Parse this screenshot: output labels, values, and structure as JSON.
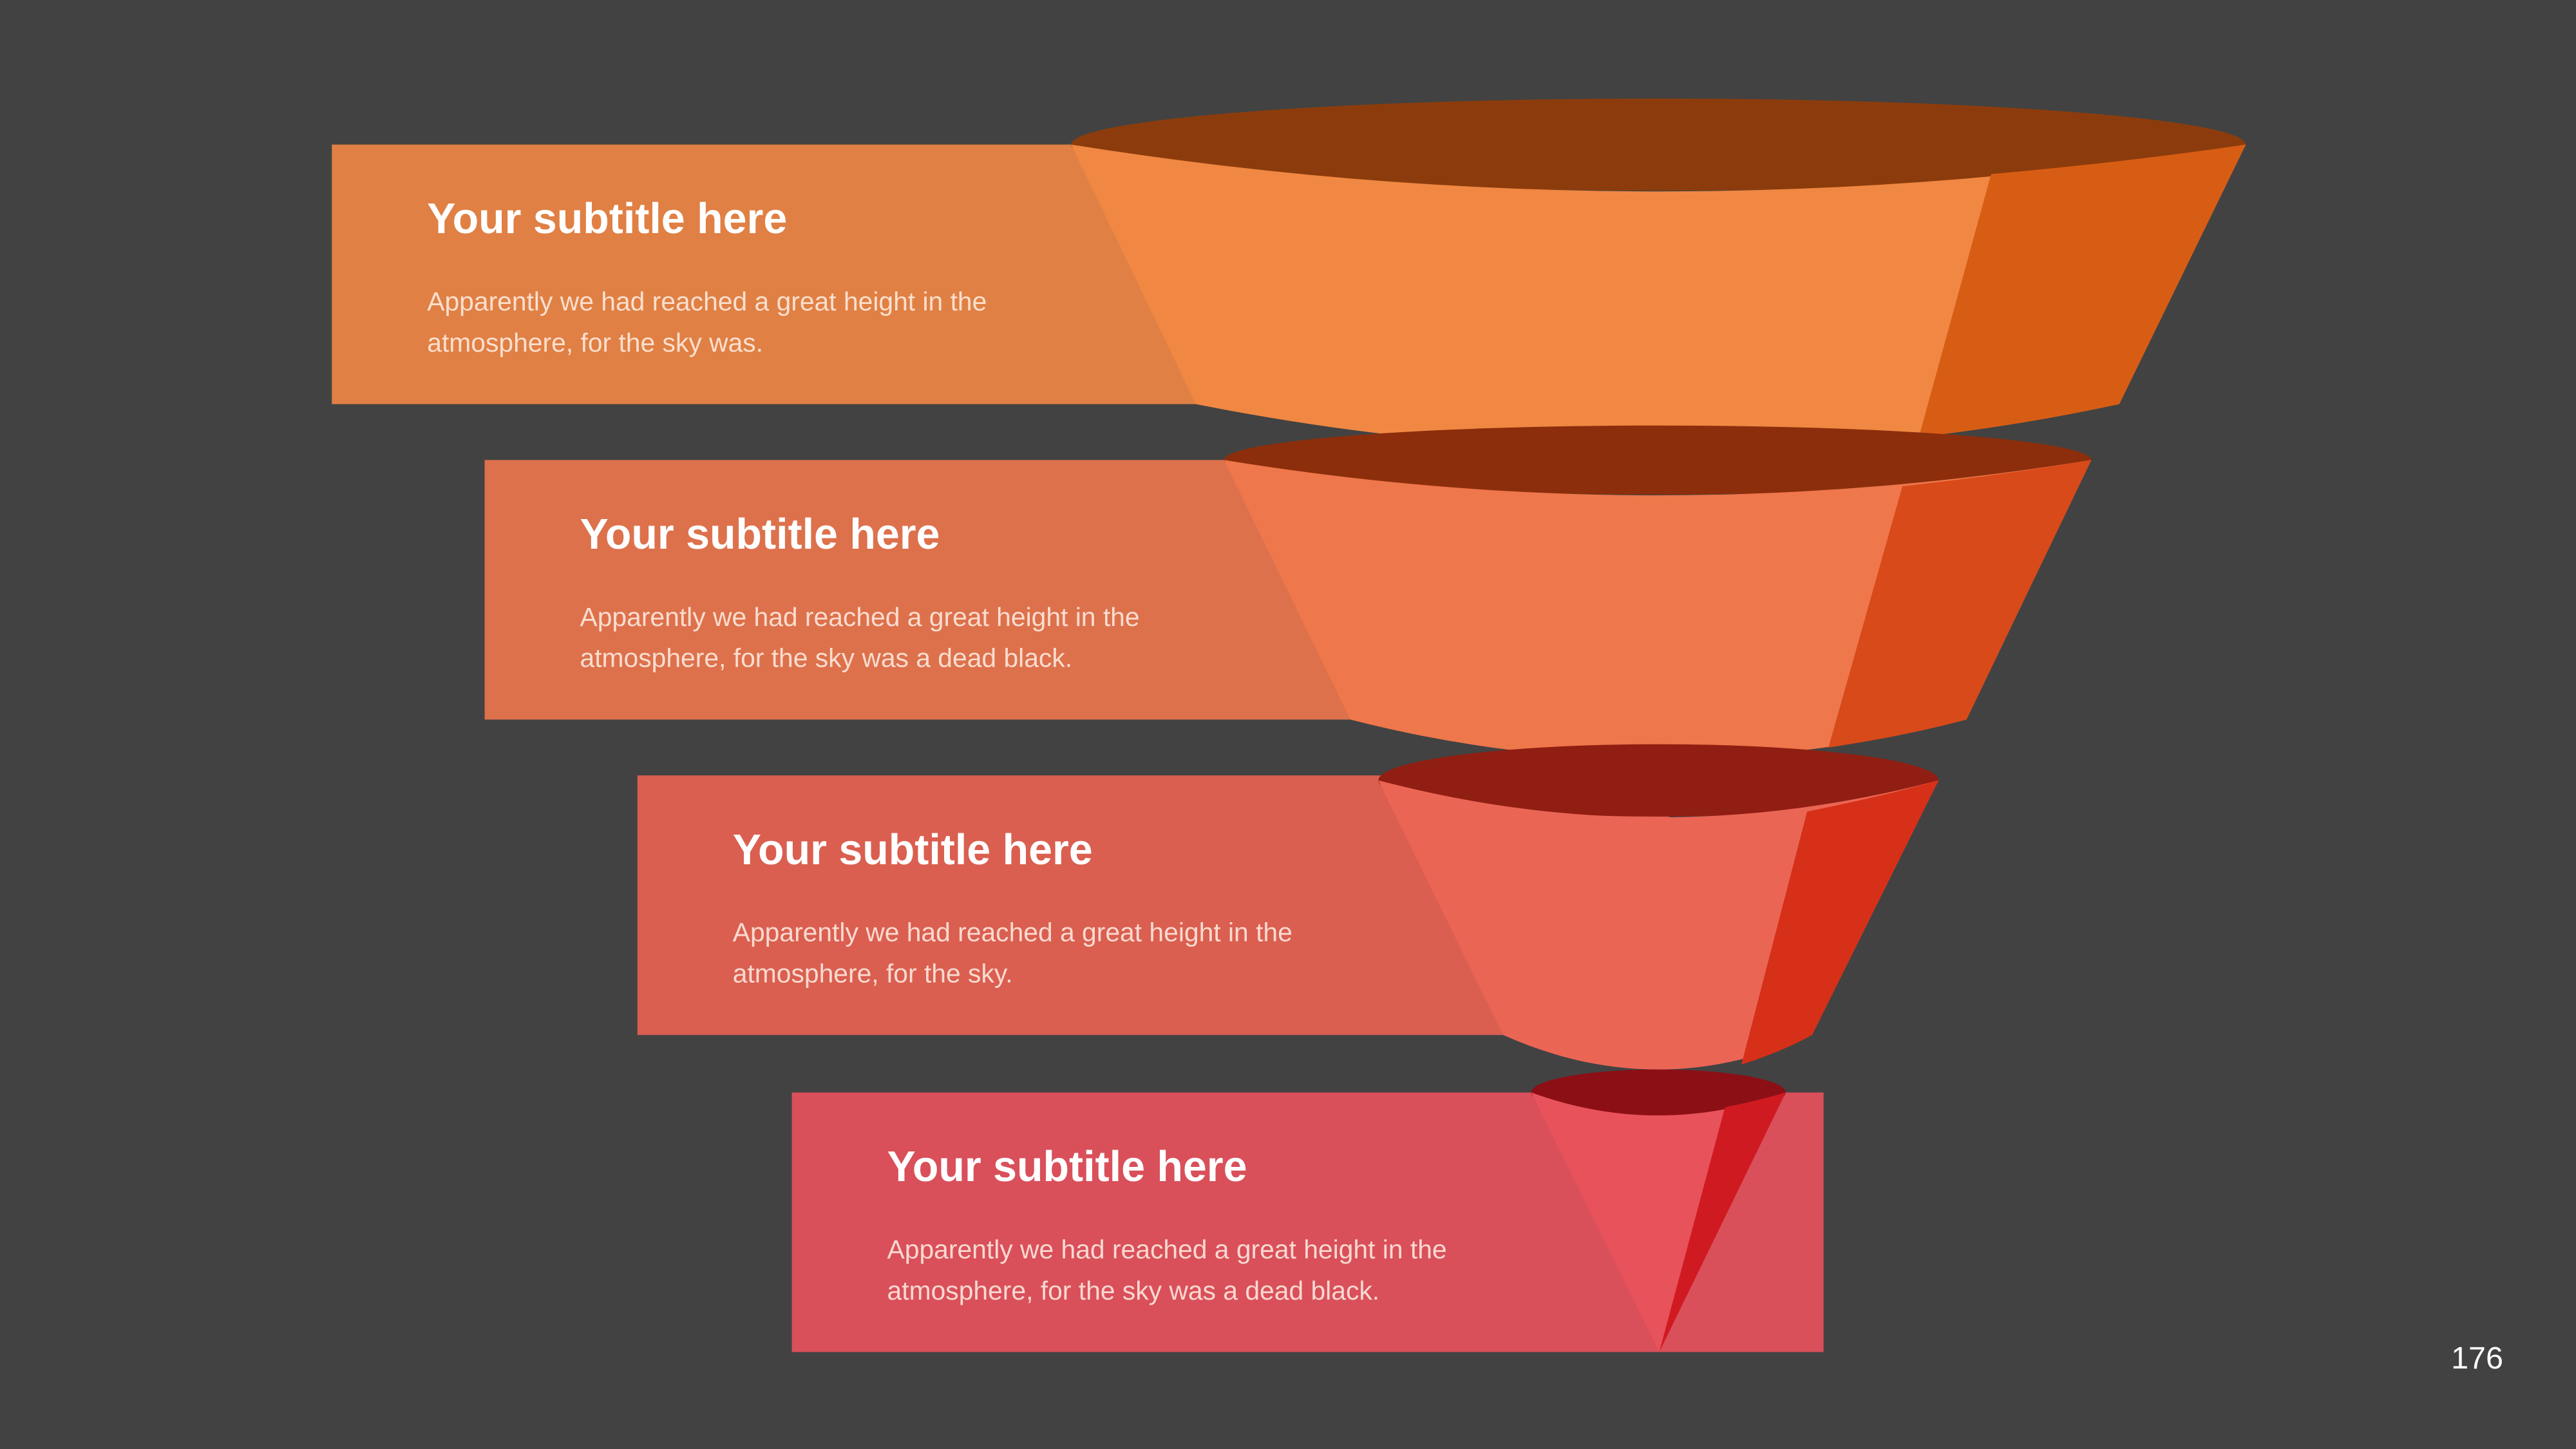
{
  "stages": [
    {
      "title": "Your subtitle here",
      "body": "Apparently we had reached a great height in the atmosphere, for the sky was.",
      "box_color": "#e08044",
      "front": "#f08843",
      "side": "#d85d14",
      "top": "#8c3c0c"
    },
    {
      "title": "Your subtitle here",
      "body": "Apparently we had reached a great height in the atmosphere, for the sky was a dead black.",
      "box_color": "#dd714c",
      "front": "#ee774b",
      "side": "#d84a1a",
      "top": "#8c2e0c"
    },
    {
      "title": "Your subtitle here",
      "body": "Apparently we had reached a great height in the atmosphere, for the sky.",
      "box_color": "#da5f50",
      "front": "#eb6555",
      "side": "#d63018",
      "top": "#911e12"
    },
    {
      "title": "Your subtitle here",
      "body": "Apparently we had reached a great height in the atmosphere, for the sky was a dead black.",
      "box_color": "#d9505a",
      "front": "#e8525a",
      "side": "#d01a22",
      "top": "#8d0f16"
    }
  ],
  "page_number": "176"
}
